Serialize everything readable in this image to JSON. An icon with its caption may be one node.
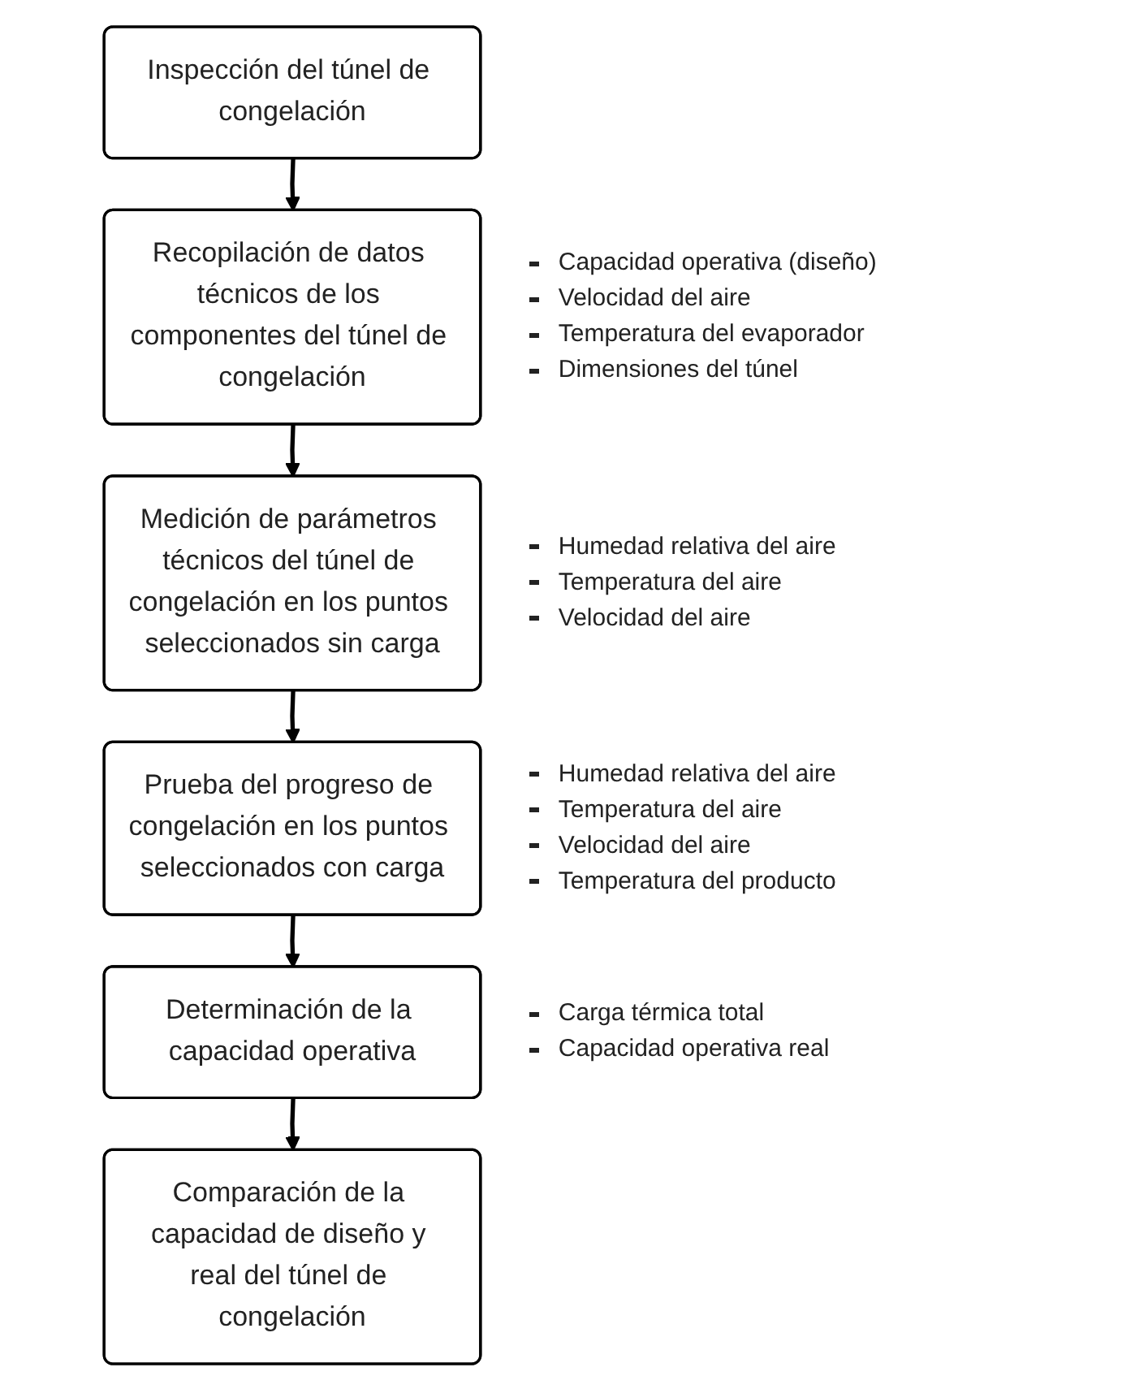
{
  "diagram": {
    "nodes": [
      {
        "text": [
          "Inspección del túnel de congelación"
        ]
      },
      {
        "text": [
          "Recopilación de datos técnicos de los componentes del túnel de congelación"
        ],
        "beside": [
          "Capacidad operativa (diseño)",
          "Velocidad del aire",
          "Temperatura del evaporador",
          "Dimensiones del túnel"
        ]
      },
      {
        "text": [
          "Medición de parámetros técnicos del túnel de congelación en los puntos seleccionados sin carga"
        ],
        "beside": [
          "Humedad relativa del aire",
          "Temperatura del aire",
          "Velocidad del aire"
        ]
      },
      {
        "text": [
          "Prueba del progreso de congelación en los puntos seleccionados con carga"
        ],
        "beside": [
          "Humedad relativa del aire",
          "Temperatura del aire",
          "Velocidad del aire",
          "Temperatura del producto"
        ]
      },
      {
        "text": [
          "Determinación de la capacidad operativa"
        ],
        "beside": [
          "Carga térmica total",
          "Capacidad operativa real"
        ]
      },
      {
        "text": [
          "Comparación de la capacidad de diseño y real del túnel de congelación"
        ]
      }
    ],
    "edges": [
      {
        "from": 0,
        "to": 1,
        "arrow": "to"
      },
      {
        "from": 1,
        "to": 2,
        "arrow": "to"
      },
      {
        "from": 2,
        "to": 3,
        "arrow": "to"
      },
      {
        "from": 3,
        "to": 4,
        "arrow": "to"
      },
      {
        "from": 4,
        "to": 5,
        "arrow": "to"
      }
    ]
  }
}
